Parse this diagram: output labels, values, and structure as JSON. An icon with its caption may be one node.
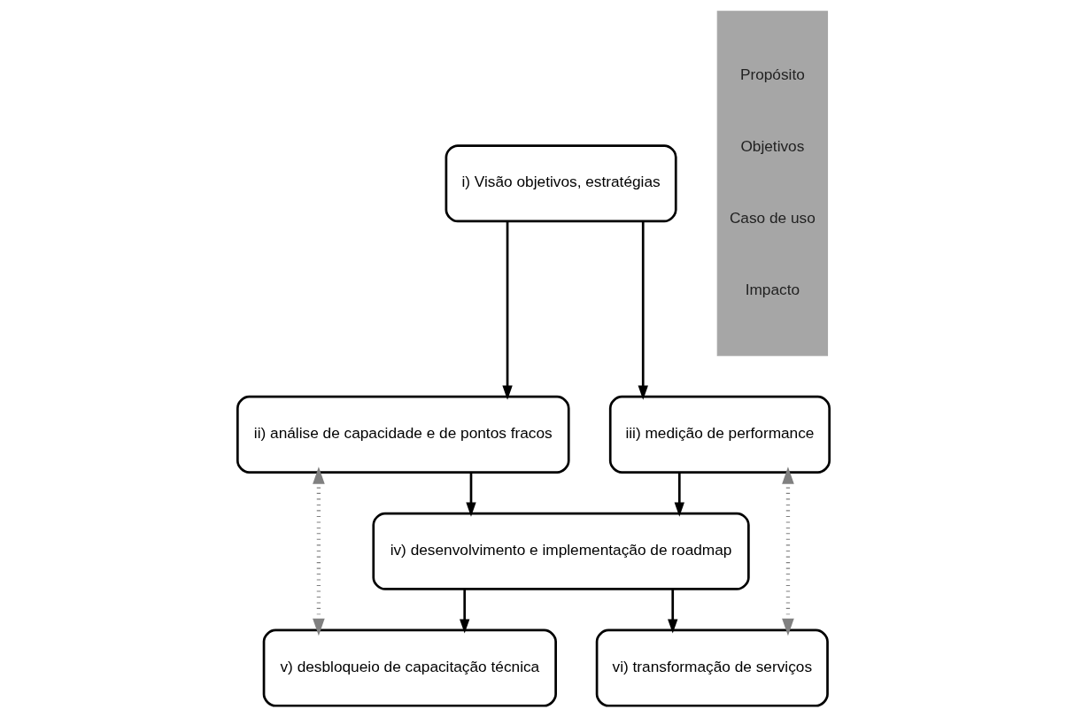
{
  "diagram": {
    "nodes": [
      {
        "text": [
          "i) Visão objetivos, estratégias"
        ]
      },
      {
        "text": [
          "ii) análise de capacidade e de pontos fracos"
        ]
      },
      {
        "text": [
          "iii) medição de performance"
        ]
      },
      {
        "text": [
          "iv) desenvolvimento e implementação de roadmap"
        ]
      },
      {
        "text": [
          "v) desbloqueio de capacitação técnica"
        ]
      },
      {
        "text": [
          "vi) transformação de serviços"
        ]
      },
      {
        "text": [
          "Propósito",
          "Objetivos",
          "Caso de uso",
          "Impacto"
        ]
      }
    ],
    "edges": [
      {
        "from": 0,
        "to": 1,
        "arrow": "to"
      },
      {
        "from": 0,
        "to": 2,
        "arrow": "to"
      },
      {
        "from": 1,
        "to": 3,
        "arrow": "to"
      },
      {
        "from": 2,
        "to": 3,
        "arrow": "to"
      },
      {
        "from": 3,
        "to": 4,
        "arrow": "to"
      },
      {
        "from": 3,
        "to": 5,
        "arrow": "to"
      },
      {
        "from": 4,
        "to": 1,
        "arrow": "both",
        "style": "dashed",
        "color": "#808080"
      },
      {
        "from": 5,
        "to": 2,
        "arrow": "both",
        "style": "dashed",
        "color": "#808080"
      }
    ]
  }
}
